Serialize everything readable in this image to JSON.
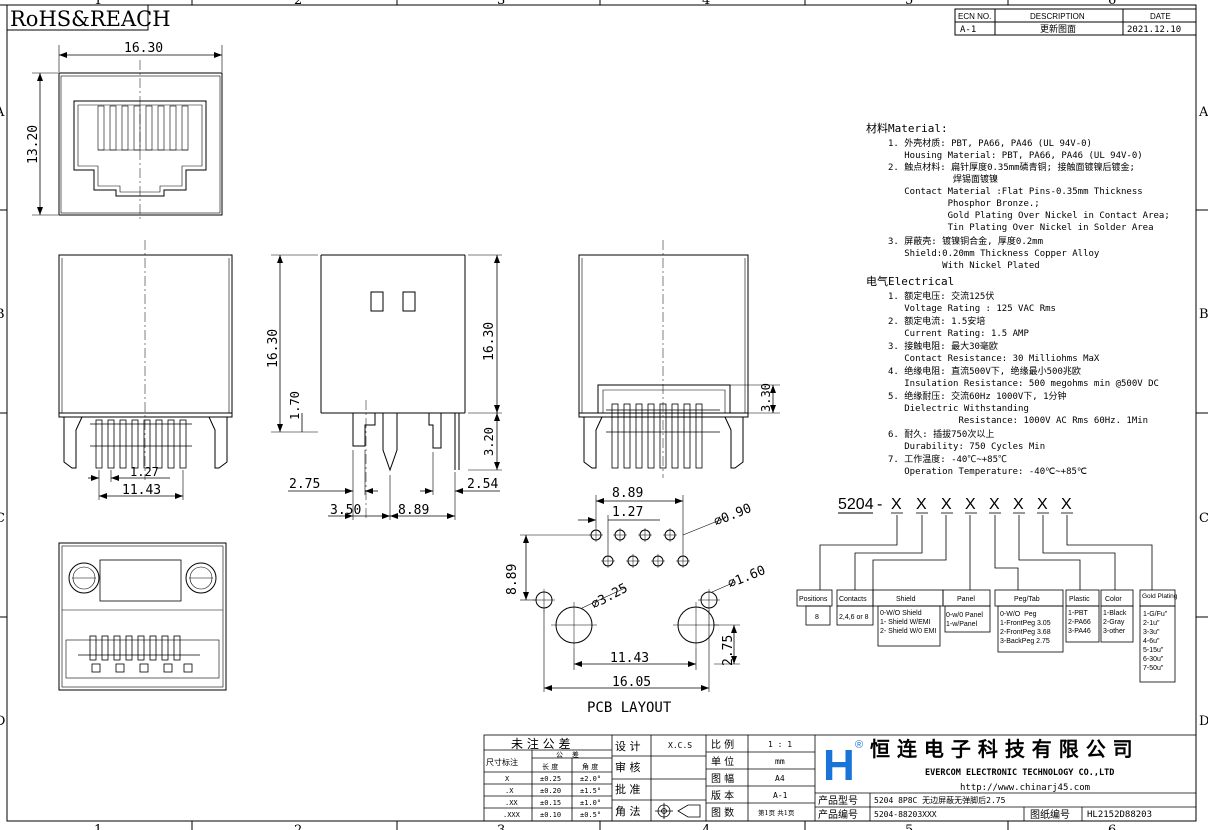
{
  "frame": {
    "top_zones": [
      "1",
      "2",
      "3",
      "4",
      "5",
      "6"
    ],
    "bottom_zones": [
      "1",
      "2",
      "3",
      "4",
      "5",
      "6"
    ],
    "side_zones": [
      "A",
      "B",
      "C",
      "D"
    ],
    "rohs": "RoHS&REACH"
  },
  "revision": {
    "headers": [
      "ECN NO.",
      "DESCRIPTION",
      "DATE"
    ],
    "row": [
      "A-1",
      "更新图面",
      "2021.12.10"
    ]
  },
  "views": {
    "front_width": "16.30",
    "front_height": "13.20",
    "side_height": "16.30",
    "pin_length": "1.70",
    "pitch": "1.27",
    "pin_span": "11.43",
    "side_height_right": "16.30",
    "dim_330": "3.30",
    "dim_320": "3.20",
    "dim_275": "2.75",
    "dim_254": "2.54",
    "dim_350": "3.50",
    "dim_889": "8.89"
  },
  "pcb": {
    "dim_889_top": "8.89",
    "dim_127": "1.27",
    "hole_090": "⌀0.90",
    "hole_325": "⌀3.25",
    "hole_160": "⌀1.60",
    "dim_889_side": "8.89",
    "dim_1143": "11.43",
    "dim_275": "2.75",
    "dim_1605": "16.05",
    "title": "PCB LAYOUT"
  },
  "specs": {
    "material_heading": "材料Material:",
    "material_lines": [
      "1. 外壳材质: PBT, PA66, PA46 (UL 94V-0)",
      "   Housing Material: PBT, PA66, PA46 (UL 94V-0)",
      "2. 触点材料: 扁针厚度0.35mm磷青铜; 接触面镀镍后镀金;",
      "            焊锡面镀镍",
      "   Contact Material :Flat Pins-0.35mm Thickness",
      "           Phosphor Bronze.;",
      "           Gold Plating Over Nickel in Contact Area;",
      "           Tin Plating Over Nickel in Solder Area",
      "3. 屏蔽壳: 镀镍铜合金, 厚度0.2mm",
      "   Shield:0.20mm Thickness Copper Alloy",
      "          With Nickel Plated"
    ],
    "electrical_heading": "电气Electrical",
    "electrical_lines": [
      "1. 额定电压: 交流125伏",
      "   Voltage Rating : 125 VAC Rms",
      "2. 额定电流: 1.5安培",
      "   Current Rating: 1.5 AMP",
      "3. 接触电阻: 最大30毫欧",
      "   Contact Resistance: 30 Milliohms MaX",
      "4. 绝缘电阻: 直流500V下, 绝缘最小500兆欧",
      "   Insulation Resistance: 500 megohms min @500V DC",
      "5. 绝缘耐压: 交流60Hz 1000V下, 1分钟",
      "   Dielectric Withstanding",
      "             Resistance: 1000V AC Rms 60Hz. 1Min",
      "6. 耐久: 插拔750次以上",
      "   Durability: 750 Cycles Min",
      "7. 工作温度: -40℃~+85℃",
      "   Operation Temperature: -40℃~+85℃"
    ]
  },
  "part_code": {
    "prefix": "5204",
    "slots": [
      "X",
      "X",
      "X",
      "X",
      "X",
      "X",
      "X",
      "X"
    ],
    "boxes": [
      {
        "head": "Positions",
        "lines": [
          "8"
        ]
      },
      {
        "head": "Contacts",
        "lines": [
          "2,4,6 or 8"
        ]
      },
      {
        "head": "Shield",
        "lines": [
          "0-W/O Shield",
          "1- Shield W/EMI",
          "2- Shield W/0 EMI"
        ]
      },
      {
        "head": "Panel",
        "lines": [
          "0-w/0 Panel",
          "1-w/Panel"
        ]
      },
      {
        "head": "Peg/Tab",
        "lines": [
          "0-W/O  Peg",
          "1-FrontPeg 3.05",
          "2-FrontPeg 3.68",
          "3-BackPeg 2.75"
        ]
      },
      {
        "head": "Plastic",
        "lines": [
          "1-PBT",
          "2-PA66",
          "3-PA46"
        ]
      },
      {
        "head": "Color",
        "lines": [
          "1-Black",
          "2-Gray",
          "3-other"
        ]
      },
      {
        "head": "Gold Plating",
        "lines": [
          "1-G/Fu\"",
          "2-1u\"",
          "3-3u\"",
          "4-6u\"",
          "5-15u\"",
          "6-30u\"",
          "7-50u\""
        ]
      }
    ]
  },
  "title_block": {
    "tolerance_title": "未 注 公 差",
    "tol_head": "尺寸标注",
    "tol_sub": "公    差",
    "tol_cols": [
      "长 度",
      "角 度"
    ],
    "tol_rows": [
      [
        "X",
        "±0.25",
        "±2.0°"
      ],
      [
        ".X",
        "±0.20",
        "±1.5°"
      ],
      [
        ".XX",
        "±0.15",
        "±1.0°"
      ],
      [
        ".XXX",
        "±0.10",
        "±0.5°"
      ]
    ],
    "labels": [
      "设 计",
      "审 核",
      "批 准",
      "角 法"
    ],
    "designer": "X.C.S",
    "props": [
      [
        "比 例",
        "1 : 1"
      ],
      [
        "单 位",
        "mm"
      ],
      [
        "图 幅",
        "A4"
      ],
      [
        "版 本",
        "A-1"
      ],
      [
        "图 数",
        "第1页 共1页"
      ]
    ],
    "company_cn": "恒 连 电 子 科 技 有 限 公 司",
    "company_en": "EVERCOM ELECTRONIC TECHNOLOGY CO.,LTD",
    "url": "http://www.chinarj45.com",
    "model_label": "产品型号",
    "model_value": "5204 8P8C 无边屏蔽无弹脚后2.75",
    "number_label": "产品编号",
    "number_value": "5204-88203XXX",
    "drawing_label": "图纸编号",
    "drawing_value": "HL2152D88203",
    "logo_letter": "H",
    "logo_reg": "®"
  },
  "colors": {
    "ink": "#000000",
    "logo_blue": "#1a73d9"
  }
}
